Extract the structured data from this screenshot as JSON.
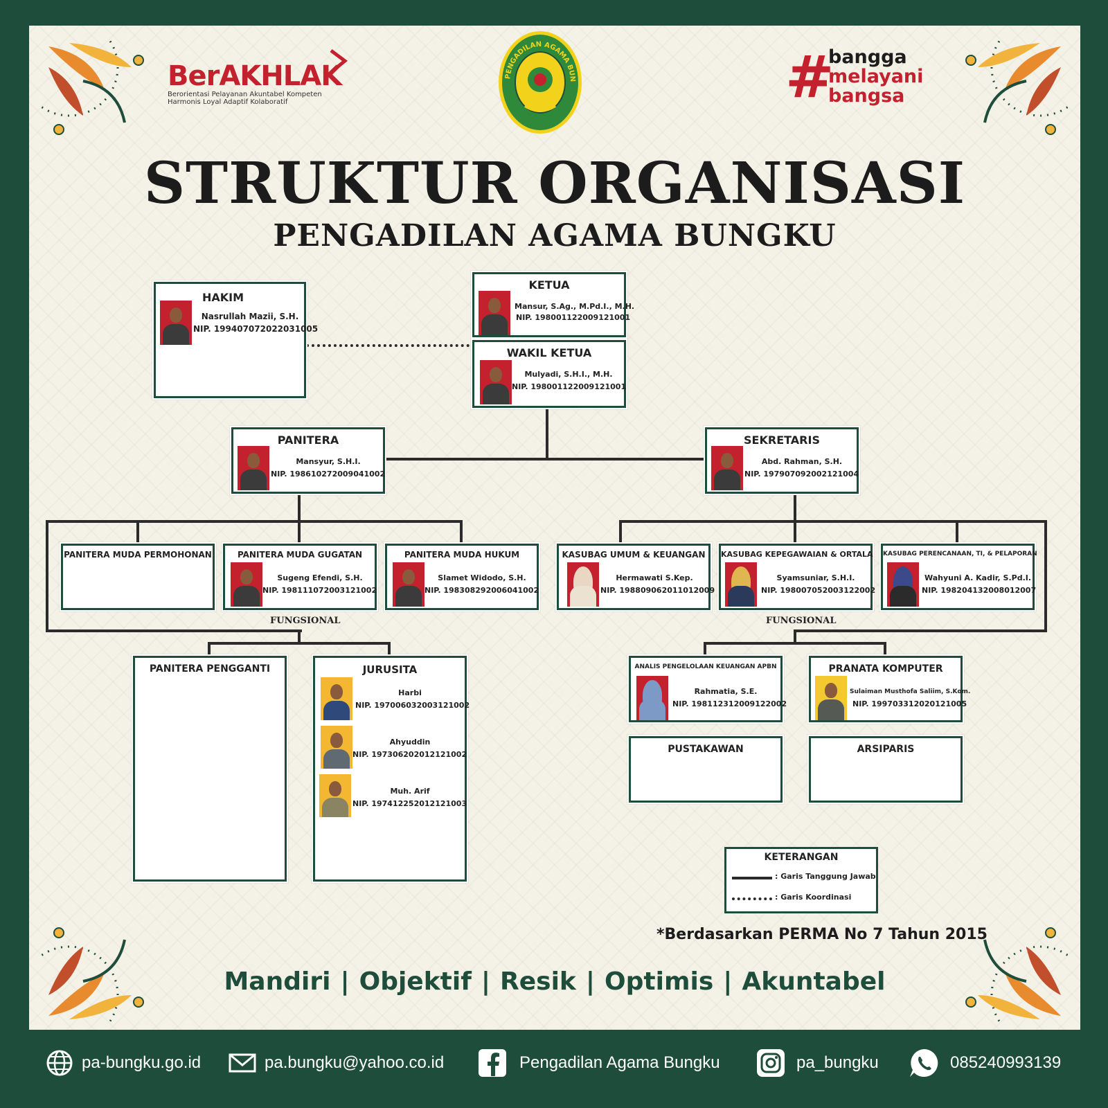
{
  "colors": {
    "brand_green": "#1f4d3b",
    "brand_red": "#c4212f",
    "logo_green": "#2e8a3a",
    "logo_yellow": "#f3d21c"
  },
  "header": {
    "berakhlak": {
      "wordmark": "BerAKHLAK",
      "line1": "Berorientasi Pelayanan Akuntabel Kompeten",
      "line2": "Harmonis Loyal Adaptif Kolaboratif"
    },
    "emblem_text": "PENGADILAN AGAMA BUNGKU",
    "tagline": {
      "hash": "#",
      "w1": "bangga",
      "w2": "melayani",
      "w3": "bangsa"
    }
  },
  "title": "STRUKTUR ORGANISASI",
  "subtitle": "PENGADILAN AGAMA BUNGKU",
  "org": {
    "hakim": {
      "title": "HAKIM",
      "name": "Nasrullah Mazii, S.H.",
      "nip": "NIP. 199407072022031005"
    },
    "ketua": {
      "title": "KETUA",
      "name": "Mansur, S.Ag., M.Pd.I., M.H.",
      "nip": "NIP. 198001122009121001"
    },
    "wakil_ketua": {
      "title": "WAKIL KETUA",
      "name": "Mulyadi, S.H.I., M.H.",
      "nip": "NIP. 198001122009121001"
    },
    "panitera": {
      "title": "PANITERA",
      "name": "Mansyur, S.H.I.",
      "nip": "NIP. 198610272009041002"
    },
    "sekretaris": {
      "title": "SEKRETARIS",
      "name": "Abd. Rahman, S.H.",
      "nip": "NIP. 197907092002121004"
    },
    "pm_permohonan": {
      "title": "PANITERA MUDA PERMOHONAN"
    },
    "pm_gugatan": {
      "title": "PANITERA MUDA GUGATAN",
      "name": "Sugeng Efendi, S.H.",
      "nip": "NIP. 198111072003121002"
    },
    "pm_hukum": {
      "title": "PANITERA MUDA HUKUM",
      "name": "Slamet Widodo, S.H.",
      "nip": "NIP. 198308292006041002"
    },
    "kasubag_umum": {
      "title": "KASUBAG UMUM & KEUANGAN",
      "name": "Hermawati S.Kep.",
      "nip": "NIP. 198809062011012009"
    },
    "kasubag_kepeg": {
      "title": "KASUBAG KEPEGAWAIAN & ORTALA",
      "name": "Syamsuniar, S.H.I.",
      "nip": "NIP. 198007052003122002"
    },
    "kasubag_perencanaan": {
      "title": "KASUBAG PERENCANAAN, TI, & PELAPORAN",
      "name": "Wahyuni A. Kadir, S.Pd.I.",
      "nip": "NIP. 198204132008012007"
    },
    "fungsional_left": "FUNGSIONAL",
    "fungsional_right": "FUNGSIONAL",
    "panitera_pengganti": {
      "title": "PANITERA PENGGANTI"
    },
    "jurusita": {
      "title": "JURUSITA",
      "members": [
        {
          "name": "Harbi",
          "nip": "NIP. 197006032003121002"
        },
        {
          "name": "Ahyuddin",
          "nip": "NIP. 197306202012121002"
        },
        {
          "name": "Muh. Arif",
          "nip": "NIP. 197412252012121003"
        }
      ]
    },
    "analis": {
      "title": "ANALIS PENGELOLAAN KEUANGAN APBN",
      "name": "Rahmatia, S.E.",
      "nip": "NIP. 198112312009122002"
    },
    "pranata": {
      "title": "PRANATA KOMPUTER",
      "name": "Sulaiman Musthofa Saliim, S.Kom.",
      "nip": "NIP. 199703312020121005"
    },
    "pustakawan": {
      "title": "PUSTAKAWAN"
    },
    "arsiparis": {
      "title": "ARSIPARIS"
    }
  },
  "legend": {
    "title": "KETERANGAN",
    "solid": ": Garis Tanggung Jawab",
    "dotted": ": Garis Koordinasi"
  },
  "note": "*Berdasarkan PERMA No 7 Tahun 2015",
  "values": [
    "Mandiri",
    "Objektif",
    "Resik",
    "Optimis",
    "Akuntabel"
  ],
  "footer": {
    "website": "pa-bungku.go.id",
    "email": "pa.bungku@yahoo.co.id",
    "facebook": "Pengadilan Agama Bungku",
    "instagram": "pa_bungku",
    "whatsapp": "085240993139"
  }
}
